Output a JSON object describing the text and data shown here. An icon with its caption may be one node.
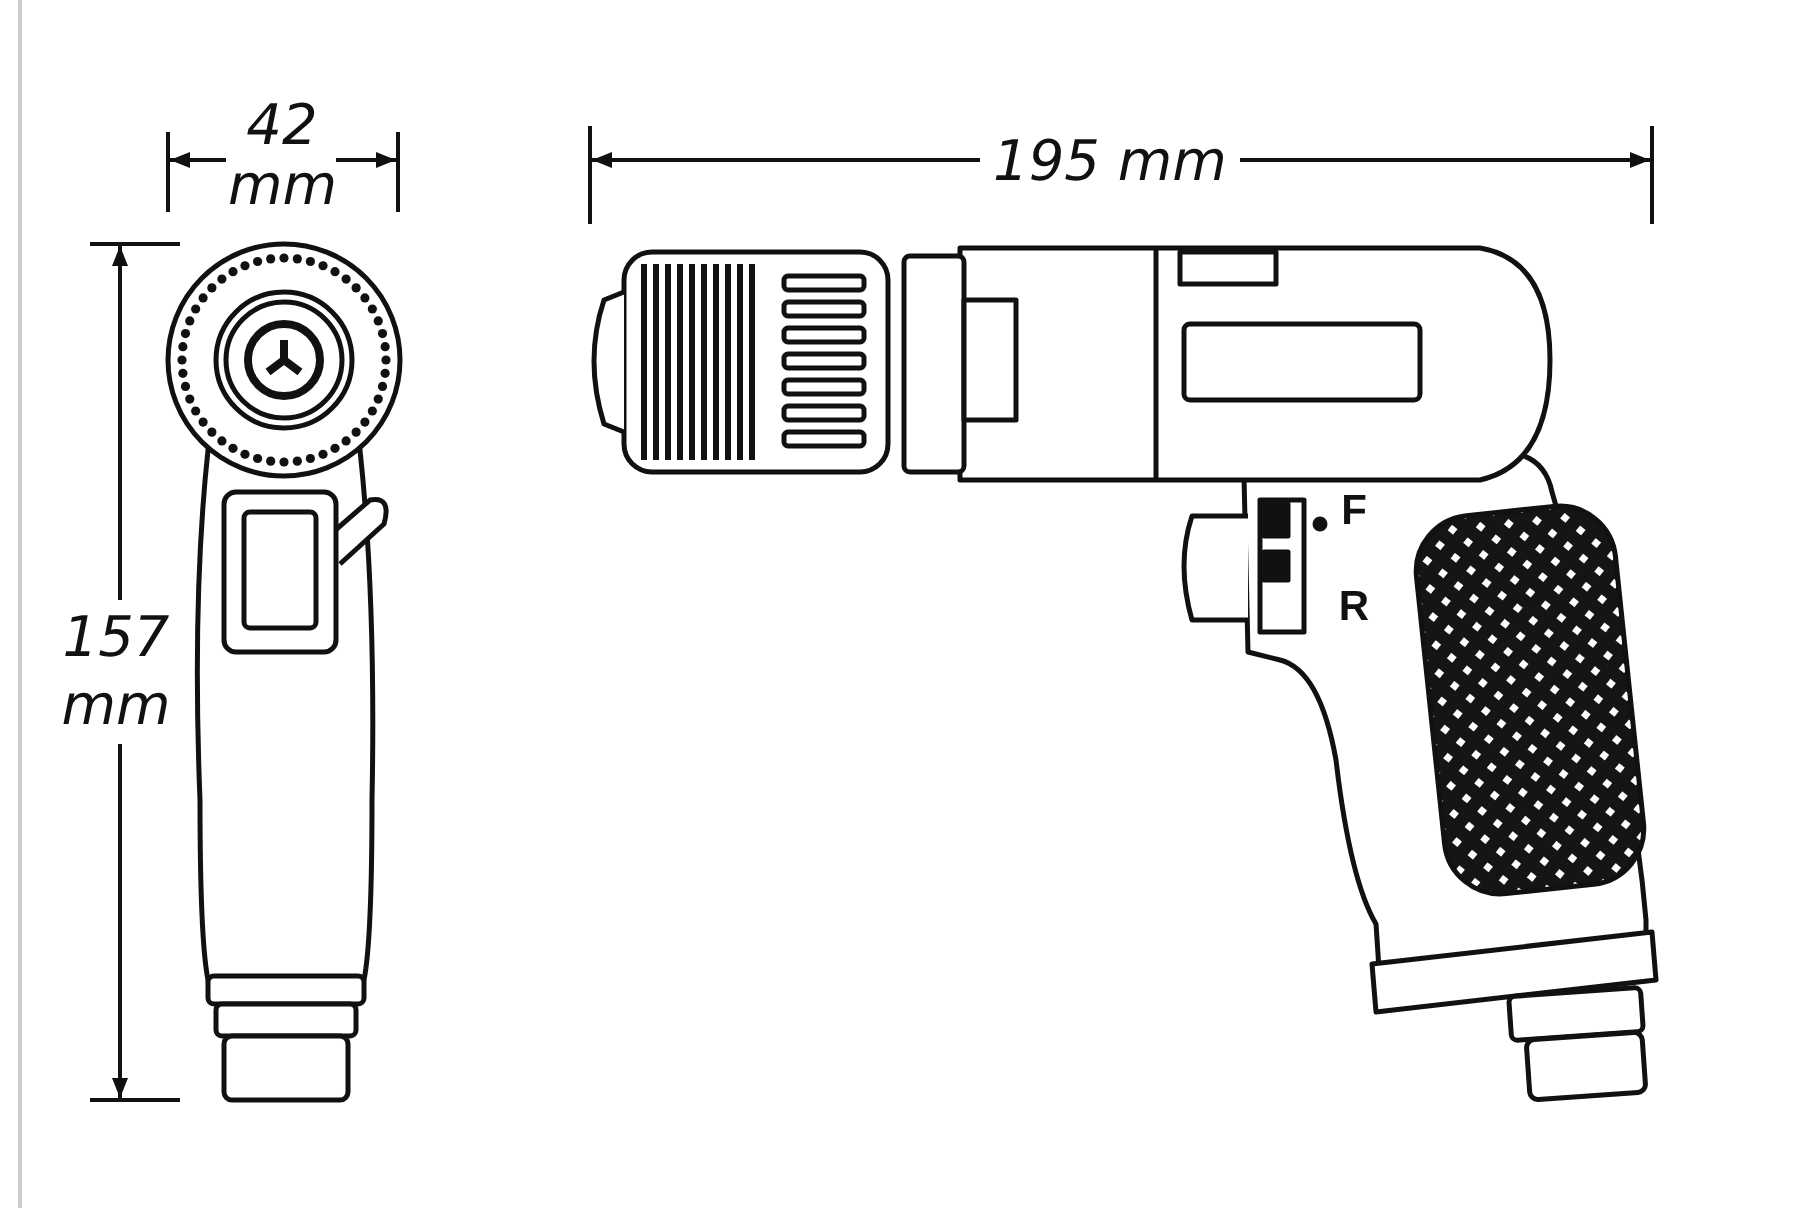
{
  "diagram": {
    "labels": [
      "42 mm",
      "195 mm",
      "157 mm",
      "F",
      "R"
    ]
  }
}
